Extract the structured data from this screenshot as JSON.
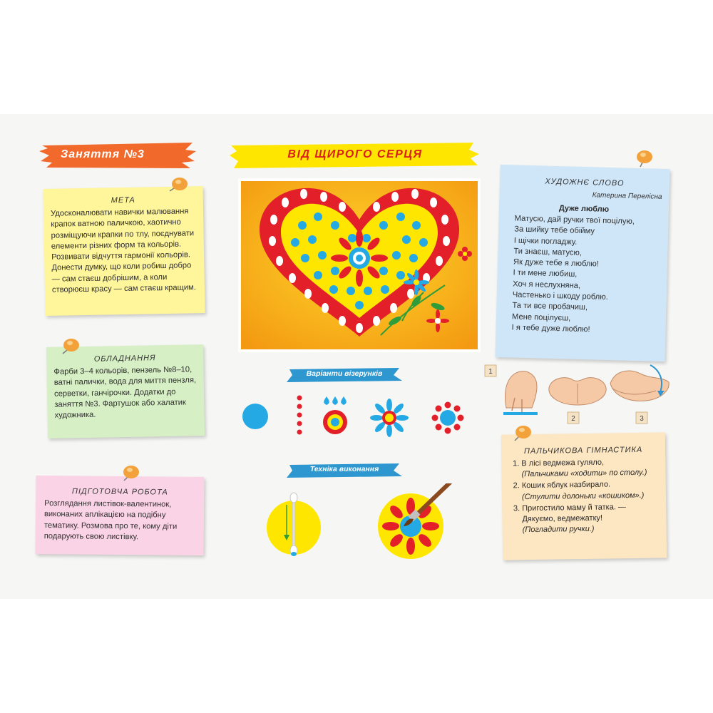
{
  "lesson": {
    "banner": "Заняття №3"
  },
  "title": "Від щирого серця",
  "goal": {
    "title": "Мета",
    "text": "Удосконалювати навички малювання крапок ватною паличкою, хаотично розміщуючи крапки по тлу, поєднувати елементи різних форм та кольорів. Розвивати відчуття гармонії кольорів. Донести думку, що коли робиш добро — сам стаєш добрішим, а коли створюєш красу — сам стаєш кращим."
  },
  "equipment": {
    "title": "Обладнання",
    "text": "Фарби 3–4 кольорів, пензель №8–10, ватні палички, вода для миття пензля, серветки, ганчірочки. Додатки до заняття №3. Фартушок або халатик художника."
  },
  "preparation": {
    "title": "Підготовча робота",
    "text": "Розглядання листівок-валентинок, виконаних аплікацією на подібну тематику. Розмова про те, кому діти подарують свою листівку."
  },
  "art_word": {
    "title": "Художнє слово",
    "author": "Катерина Перелісна",
    "poem_title": "Дуже люблю",
    "lines": [
      "Матусю, дай ручки твої поцілую,",
      "За шийку тебе обійму",
      "І щічки погладжу.",
      "Ти знаєш, матусю,",
      "Як дуже тебе я люблю!",
      "І ти мене любиш,",
      "Хоч я неслухняна,",
      "Частенько і шкоду роблю.",
      "Та ти все пробачиш,",
      "Мене поцілуєш,",
      "І я тебе дуже люблю!"
    ]
  },
  "patterns": {
    "label": "Варіанти візерунків"
  },
  "technique": {
    "label": "Техніка виконання"
  },
  "hands": {
    "steps": [
      "1",
      "2",
      "3"
    ]
  },
  "finger_gym": {
    "title": "Пальчикова гімнастика",
    "items": [
      {
        "text": "В лісі ведмежа гуляло,",
        "hint": "(Пальчиками «ходити» по столу.)"
      },
      {
        "text": "Кошик яблук назбирало.",
        "hint": "(Стулити долоньки «кошиком».)"
      },
      {
        "text": "Пригостило маму й татка. — Дякуємо, ведмежатку!",
        "hint": "(Погладити ручки.)"
      }
    ]
  },
  "colors": {
    "orange": "#f26a2b",
    "yellow": "#ffe600",
    "red": "#e3202a",
    "blue": "#25a9e4",
    "note_yellow": "#fff59a",
    "note_green": "#d6efc4",
    "note_pink": "#fbd3e6",
    "note_blue": "#cfe6f8",
    "note_peach": "#fde6c2"
  }
}
